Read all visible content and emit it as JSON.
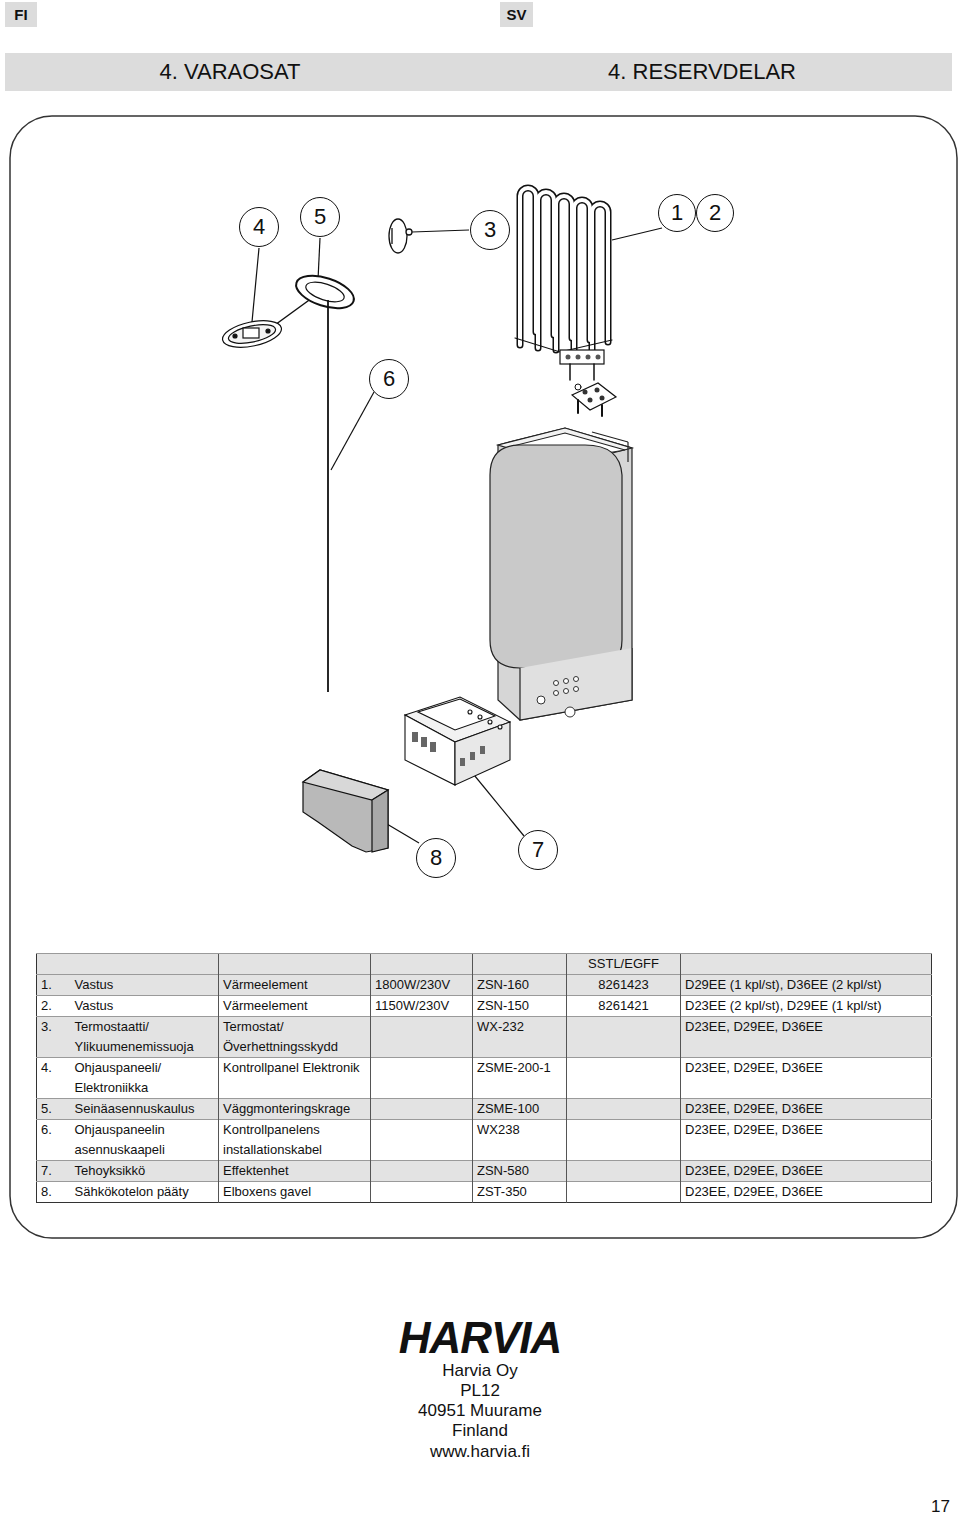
{
  "diagram": {
    "nodes": [
      {
        "text": [
          "FI"
        ]
      },
      {
        "text": [
          "SV"
        ]
      },
      {
        "text": [
          "4. VARAOSAT",
          "4. RESERVDELAR"
        ]
      },
      {
        "text": [
          "4"
        ]
      },
      {
        "text": [
          "5"
        ]
      },
      {
        "text": [
          "3"
        ]
      },
      {
        "text": [
          "1"
        ]
      },
      {
        "text": [
          "2"
        ]
      },
      {
        "text": [
          "6"
        ]
      },
      {
        "text": [
          "8"
        ]
      },
      {
        "text": [
          "7"
        ]
      }
    ],
    "labels": [
      "SSTL/EGFF",
      "1.",
      "Vastus",
      "Värmeelement",
      "1800W/230V",
      "ZSN-160",
      "8261423",
      "D29EE (1 kpl/st), D36EE (2 kpl/st)",
      "2.",
      "Vastus",
      "Värmeelement",
      "1150W/230V",
      "ZSN-150",
      "8261421",
      "D23EE (2 kpl/st), D29EE (1 kpl/st)",
      "3.",
      "Termostaatti/ Ylikuumenemissuoja",
      "Termostat/ Överhettningsskydd",
      "WX-232",
      "D23EE, D29EE, D36EE",
      "4.",
      "Ohjauspaneeli/ Elektroniikka",
      "Kontrollpanel Elektronik",
      "ZSME-200-1",
      "D23EE, D29EE, D36EE",
      "5.",
      "Seinäasennuskaulus",
      "Väggmonteringskrage",
      "ZSME-100",
      "D23EE, D29EE, D36EE",
      "6.",
      "Ohjauspaneelin asennuskaapeli",
      "Kontrollpanelens installationskabel",
      "WX238",
      "D23EE, D29EE, D36EE",
      "7.",
      "Tehoyksikkö",
      "Effektenhet",
      "ZSN-580",
      "D23EE, D29EE, D36EE",
      "8.",
      "Sähkökotelon pääty",
      "Elboxens gavel",
      "ZST-350",
      "D23EE, D29EE, D36EE",
      "HARVIA",
      "Harvia Oy",
      "PL12",
      "40951 Muurame",
      "Finland",
      "www.harvia.fi",
      "17"
    ]
  }
}
